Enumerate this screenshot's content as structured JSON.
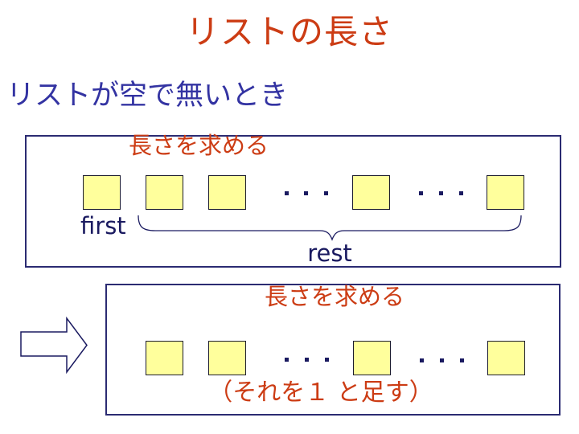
{
  "slide": {
    "title": "リストの長さ",
    "subtitle": "リストが空で無いとき"
  },
  "diagram_top": {
    "caption": "長さを求める",
    "first_label": "first",
    "rest_label": "rest",
    "cell_count": 5,
    "ellipsis": "・・・"
  },
  "diagram_bottom": {
    "caption": "長さを求める",
    "note": "（それを１ と足す）",
    "cell_count": 4,
    "ellipsis": "・・・"
  },
  "colors": {
    "accent_red": "#cc3c14",
    "subtitle_blue": "#3333a2",
    "label_navy": "#1a1a60",
    "cell_fill": "#ffff9c",
    "cell_border": "#1c1c2e",
    "frame_border": "#2b2b72"
  }
}
